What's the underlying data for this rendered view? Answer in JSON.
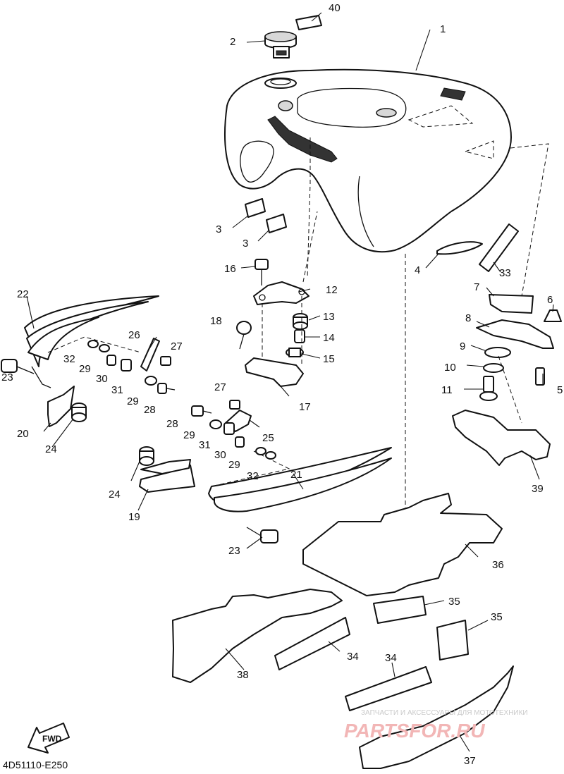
{
  "diagram": {
    "drawing_code": "4D51110-E250",
    "direction_label": "FWD",
    "watermark_caption": "ЗАПЧАСТИ И АКСЕССУАРЫ ДЛЯ МОТОТЕХНИКИ",
    "watermark_brand": "PARTSFOR.RU",
    "callouts": [
      "1",
      "2",
      "3",
      "3",
      "4",
      "5",
      "6",
      "7",
      "8",
      "9",
      "10",
      "11",
      "12",
      "13",
      "14",
      "15",
      "16",
      "17",
      "18",
      "19",
      "20",
      "21",
      "22",
      "23",
      "23",
      "24",
      "24",
      "25",
      "26",
      "27",
      "27",
      "28",
      "28",
      "29",
      "29",
      "29",
      "29",
      "30",
      "30",
      "31",
      "31",
      "32",
      "32",
      "33",
      "34",
      "34",
      "35",
      "35",
      "36",
      "37",
      "38",
      "39",
      "40"
    ]
  }
}
